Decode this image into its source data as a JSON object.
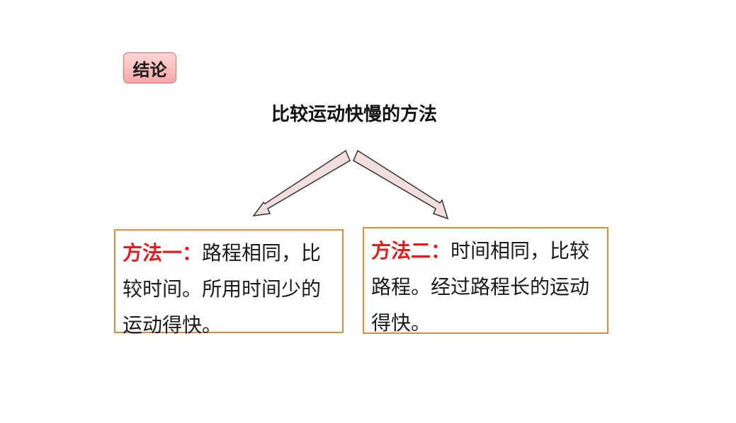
{
  "tag": {
    "label": "结论"
  },
  "title": "比较运动快慢的方法",
  "methods": [
    {
      "label": "方法一：",
      "text": "路程相同，比较时间。所用时间少的运动得快。"
    },
    {
      "label": "方法二：",
      "text": "时间相同，比较路程。经过路程长的运动得快。"
    }
  ],
  "colors": {
    "tag_fill": "#f7a8a8",
    "tag_border": "#e06a6a",
    "arrow_fill": "#f3dede",
    "box_border": "#e08a3c",
    "method_label": "#e02020"
  }
}
